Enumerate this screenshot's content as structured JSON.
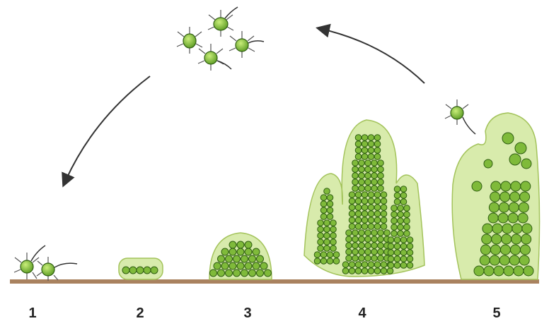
{
  "diagram": {
    "stage_labels": [
      "1",
      "2",
      "3",
      "4",
      "5"
    ],
    "colors": {
      "surface": "#a9825f",
      "cell_fill": "#7fba3a",
      "cell_stroke": "#2f5e12",
      "matrix_fill": "#d8ebac",
      "matrix_stroke": "#a3c35b",
      "arrow": "#333333"
    },
    "icons": {
      "flagellated_cell": "bacterium-icon",
      "arrow": "curved-arrow"
    }
  }
}
